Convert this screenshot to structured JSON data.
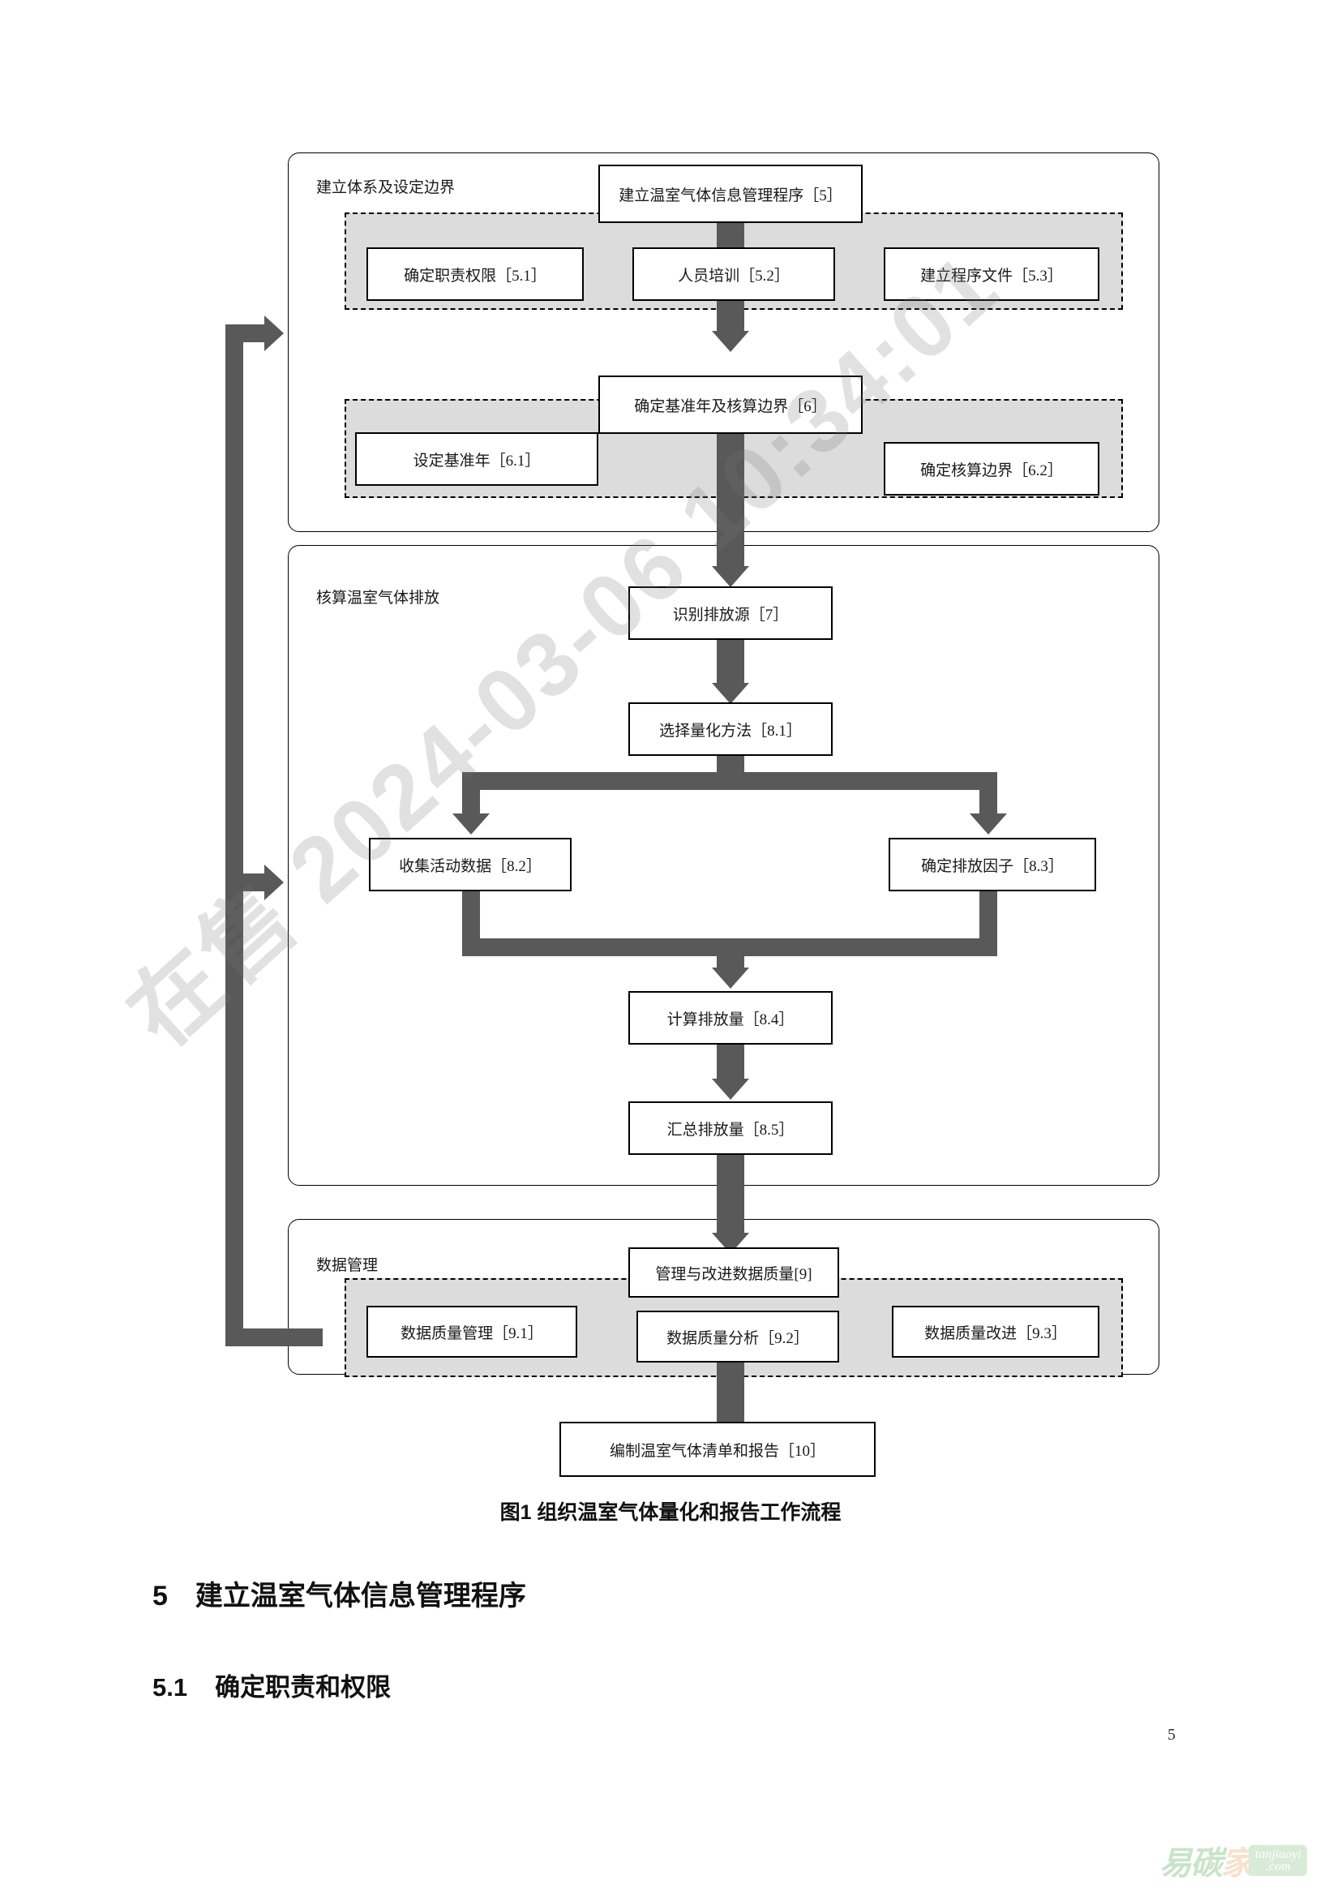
{
  "watermark": {
    "text": "在售 2024-03-06 10:34:01"
  },
  "figure": {
    "caption": "图1  组织温室气体量化和报告工作流程",
    "groups": [
      {
        "id": "establish-system",
        "label": "建立体系及设定边界"
      },
      {
        "id": "account-emissions",
        "label": "核算温室气体排放"
      },
      {
        "id": "data-management",
        "label": "数据管理"
      }
    ],
    "nodes": {
      "n5": "建立温室气体信息管理程序［5］",
      "n51": "确定职责权限［5.1］",
      "n52": "人员培训［5.2］",
      "n53": "建立程序文件［5.3］",
      "n6": "确定基准年及核算边界［6］",
      "n61": "设定基准年［6.1］",
      "n62": "确定核算边界［6.2］",
      "n7": "识别排放源［7］",
      "n81": "选择量化方法［8.1］",
      "n82": "收集活动数据［8.2］",
      "n83": "确定排放因子［8.3］",
      "n84": "计算排放量［8.4］",
      "n85": "汇总排放量［8.5］",
      "n9": "管理与改进数据质量[9]",
      "n91": "数据质量管理［9.1］",
      "n92": "数据质量分析［9.2］",
      "n93": "数据质量改进［9.3］",
      "n10": "编制温室气体清单和报告［10］"
    }
  },
  "document": {
    "heading_5_number": "5",
    "heading_5_title": "建立温室气体信息管理程序",
    "heading_5_1_number": "5.1",
    "heading_5_1_title": "确定职责和权限",
    "page_number": "5"
  },
  "footer_logo": {
    "brand_part1": "易碳",
    "brand_part2": "家",
    "domain_line1": "tanjiaoyi",
    "domain_line2": ".com"
  },
  "colors": {
    "connector": "#595959",
    "band_fill": "#dcdcdc",
    "logo_green": "#9ecf9e",
    "logo_orange": "#f3c9a3"
  }
}
